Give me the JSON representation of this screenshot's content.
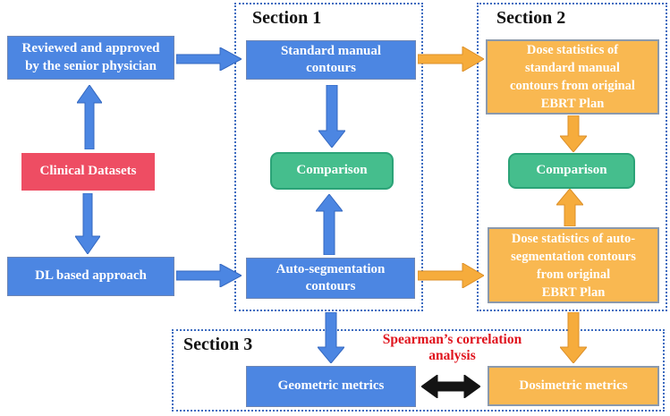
{
  "diagram": {
    "left_column": {
      "reviewed": "Reviewed and approved\nby the senior physician",
      "clinical": "Clinical Datasets",
      "dl": "DL based approach"
    },
    "section1": {
      "title": "Section 1",
      "standard": "Standard manual\ncontours",
      "comparison": "Comparison",
      "autoseg": "Auto-segmentation\ncontours"
    },
    "section2": {
      "title": "Section 2",
      "dose_standard": "Dose statistics of\nstandard manual\ncontours  from original\nEBRT Plan",
      "comparison": "Comparison",
      "dose_auto": "Dose statistics of auto-\nsegmentation contours\nfrom original\nEBRT Plan"
    },
    "section3": {
      "title": "Section 3",
      "geometric": "Geometric metrics",
      "annotation": "Spearman’s correlation\nanalysis",
      "dosimetric": "Dosimetric metrics"
    }
  },
  "colors": {
    "box_blue": "#4C86E2",
    "box_red": "#EE4D63",
    "box_green": "#45BE8D",
    "box_orange": "#F9B851",
    "blue_border": "#6E86B4",
    "green_border": "#2BA377",
    "gray_border": "#8B99AC",
    "arrow_blue": "#4C86E2",
    "arrow_blue_border": "#3468C0",
    "arrow_orange": "#F6AC3C",
    "arrow_orange_border": "#DC8F28",
    "section_border": "#3D6CC0",
    "annotation_red": "#E0141E",
    "arrow_black": "#141414",
    "text_white": "#FFFFFF",
    "title_black": "#111111"
  }
}
